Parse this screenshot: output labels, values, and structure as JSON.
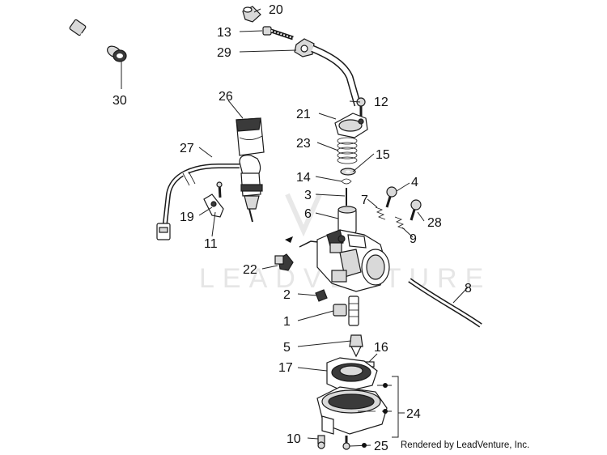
{
  "watermark": "LEADVENTURE",
  "credit": "Rendered by LeadVenture, Inc.",
  "callouts": {
    "c1": "1",
    "c2": "2",
    "c3": "3",
    "c4": "4",
    "c5": "5",
    "c6": "6",
    "c7": "7",
    "c8": "8",
    "c9": "9",
    "c10": "10",
    "c11": "11",
    "c12": "12",
    "c13": "13",
    "c14": "14",
    "c15": "15",
    "c16": "16",
    "c17": "17",
    "c19": "19",
    "c20": "20",
    "c21": "21",
    "c22": "22",
    "c23": "23",
    "c24": "24",
    "c25": "25",
    "c26": "26",
    "c27": "27",
    "c28": "28",
    "c29": "29",
    "c30": "30"
  }
}
